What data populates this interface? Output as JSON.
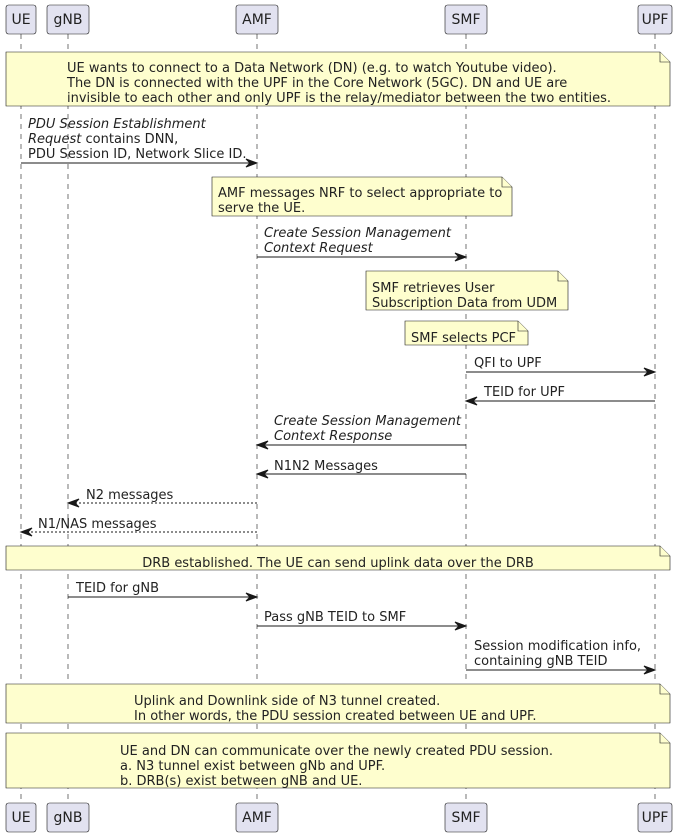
{
  "participants": [
    {
      "id": "ue",
      "label": "UE"
    },
    {
      "id": "gnb",
      "label": "gNB"
    },
    {
      "id": "amf",
      "label": "AMF"
    },
    {
      "id": "smf",
      "label": "SMF"
    },
    {
      "id": "upf",
      "label": "UPF"
    }
  ],
  "steps": [
    {
      "kind": "note",
      "lines": [
        "UE wants to connect to a Data Network (DN) (e.g. to watch Youtube video).",
        "The DN is connected with the UPF in the Core Network (5GC). DN and UE are",
        "invisible to each other and only UPF is the relay/mediator between the two entities."
      ]
    },
    {
      "kind": "msg",
      "from": "ue",
      "to": "amf",
      "dashed": false,
      "lines": [
        {
          "text": "PDU Session Establishment",
          "italic": true
        },
        {
          "text": "Request",
          "italic": true,
          "tail": " contains DNN,"
        },
        {
          "text": "PDU Session ID, Network Slice ID.",
          "italic": false
        }
      ]
    },
    {
      "kind": "note",
      "lines": [
        "AMF messages NRF to select appropriate to",
        "serve the UE."
      ]
    },
    {
      "kind": "msg",
      "from": "amf",
      "to": "smf",
      "dashed": false,
      "lines": [
        {
          "text": "Create Session Management",
          "italic": true
        },
        {
          "text": "Context Request",
          "italic": true
        }
      ]
    },
    {
      "kind": "note",
      "lines": [
        "SMF retrieves User",
        "Subscription Data from UDM"
      ]
    },
    {
      "kind": "note",
      "lines": [
        "SMF selects PCF"
      ]
    },
    {
      "kind": "msg",
      "from": "smf",
      "to": "upf",
      "dashed": false,
      "lines": [
        {
          "text": "QFI to UPF",
          "italic": false
        }
      ]
    },
    {
      "kind": "msg",
      "from": "upf",
      "to": "smf",
      "dashed": false,
      "lines": [
        {
          "text": "TEID for UPF",
          "italic": false
        }
      ]
    },
    {
      "kind": "msg",
      "from": "smf",
      "to": "amf",
      "dashed": false,
      "lines": [
        {
          "text": "Create Session Management",
          "italic": true
        },
        {
          "text": "Context Response",
          "italic": true
        }
      ]
    },
    {
      "kind": "msg",
      "from": "smf",
      "to": "amf",
      "dashed": false,
      "lines": [
        {
          "text": "N1N2 Messages",
          "italic": false
        }
      ]
    },
    {
      "kind": "msg",
      "from": "amf",
      "to": "gnb",
      "dashed": true,
      "lines": [
        {
          "text": "N2 messages",
          "italic": false
        }
      ]
    },
    {
      "kind": "msg",
      "from": "amf",
      "to": "ue",
      "dashed": true,
      "lines": [
        {
          "text": "N1/NAS messages",
          "italic": false
        }
      ]
    },
    {
      "kind": "note",
      "lines": [
        "DRB established. The UE can send uplink data over the DRB"
      ]
    },
    {
      "kind": "msg",
      "from": "gnb",
      "to": "amf",
      "dashed": false,
      "lines": [
        {
          "text": "TEID for gNB",
          "italic": false
        }
      ]
    },
    {
      "kind": "msg",
      "from": "amf",
      "to": "smf",
      "dashed": false,
      "lines": [
        {
          "text": "Pass gNB TEID to SMF",
          "italic": false
        }
      ]
    },
    {
      "kind": "msg",
      "from": "smf",
      "to": "upf",
      "dashed": false,
      "lines": [
        {
          "text": "Session modification info,",
          "italic": false
        },
        {
          "text": "containing gNB TEID",
          "italic": false
        }
      ]
    },
    {
      "kind": "note",
      "lines": [
        "Uplink and Downlink side of N3 tunnel created.",
        "In other words, the PDU session created between UE and UPF."
      ]
    },
    {
      "kind": "note",
      "lines": [
        "UE and DN can communicate over the newly created PDU session.",
        "a. N3 tunnel exist between gNb and UPF.",
        "b. DRB(s) exist between gNB and UE."
      ]
    }
  ],
  "colors": {
    "participant_fill": "#e2e2f0",
    "participant_stroke": "#181818",
    "lifeline": "#181818",
    "note_fill": "#fefece",
    "note_stroke": "#181818",
    "arrow": "#181818",
    "text": "#222222"
  }
}
